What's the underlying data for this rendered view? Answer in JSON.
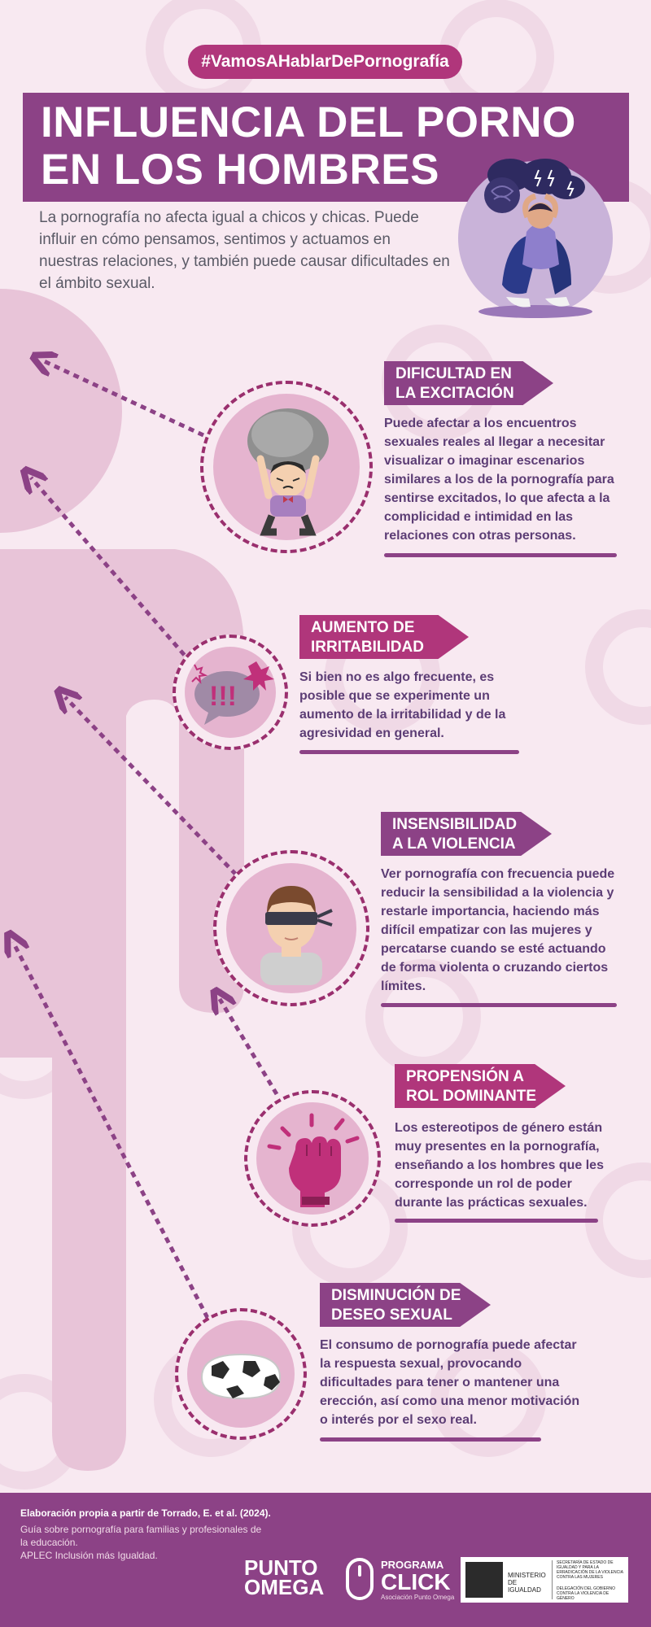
{
  "hashtag": "#VamosAHablarDePornografía",
  "title": {
    "line1": "INFLUENCIA DEL PORNO",
    "line2": "EN LOS HOMBRES"
  },
  "intro": "La pornografía no afecta igual a chicos y chicas. Puede influir en cómo pensamos, sentimos y actuamos en nuestras relaciones, y también puede causar dificultades en el ámbito sexual.",
  "colors": {
    "background": "#f8e9f1",
    "purple": "#8c4286",
    "magenta": "#b0367b",
    "text_dark": "#5c3d75",
    "silhouette": "#e8c4d8"
  },
  "sections": [
    {
      "icon": "boulder-weight-icon",
      "title_line1": "DIFICULTAD EN",
      "title_line2": "LA EXCITACIÓN",
      "text": "Puede afectar a los encuentros sexuales reales al llegar a necesitar visualizar o imaginar escenarios similares a los de la pornografía para sentirse excitados, lo que afecta a la complicidad e intimidad en las relaciones con otras personas."
    },
    {
      "icon": "angry-speech-bubble-icon",
      "title_line1": "AUMENTO DE",
      "title_line2": "IRRITABILIDAD",
      "text": "Si bien no es algo frecuente, es posible que se experimente un aumento de la irritabilidad y de la agresividad en general."
    },
    {
      "icon": "blindfolded-person-icon",
      "title_line1": "INSENSIBILIDAD",
      "title_line2": "A LA VIOLENCIA",
      "text": "Ver pornografía con frecuencia puede reducir la sensibilidad a la violencia y restarle importancia, haciendo más difícil empatizar con las mujeres y percatarse cuando se esté actuando de forma violenta o cruzando ciertos límites."
    },
    {
      "icon": "raised-fist-icon",
      "title_line1": "PROPENSIÓN A",
      "title_line2": "ROL DOMINANTE",
      "text": "Los estereotipos de género están muy presentes en la pornografía, enseñando a los hombres que les corresponde un rol de poder durante las prácticas sexuales."
    },
    {
      "icon": "deflated-ball-icon",
      "title_line1": "DISMINUCIÓN DE",
      "title_line2": "DESEO SEXUAL",
      "text": "El consumo de pornografía puede afectar la respuesta sexual, provocando dificultades para tener o mantener una erección, así como una menor motivación o interés por el sexo real."
    }
  ],
  "footer": {
    "credit_title": "Elaboración propia a partir de Torrado, E. et al. (2024).",
    "credit_line1": "Guía sobre pornografía para familias y profesionales de",
    "credit_line2": "la educación.",
    "credit_line3": "APLEC Inclusión más Igualdad.",
    "punto_omega_line1": "PUNTO",
    "punto_omega_line2": "OMEGA",
    "programa": "PROGRAMA",
    "click": "CLICK",
    "click_sub": "Asociación Punto Omega",
    "ministry_name": "MINISTERIO DE IGUALDAD",
    "secretaria": "SECRETARÍA DE ESTADO DE IGUALDAD Y PARA LA ERRADICACIÓN DE LA VIOLENCIA CONTRA LAS MUJERES",
    "delegacion": "DELEGACIÓN DEL GOBIERNO CONTRA LA VIOLENCIA DE GÉNERO"
  }
}
